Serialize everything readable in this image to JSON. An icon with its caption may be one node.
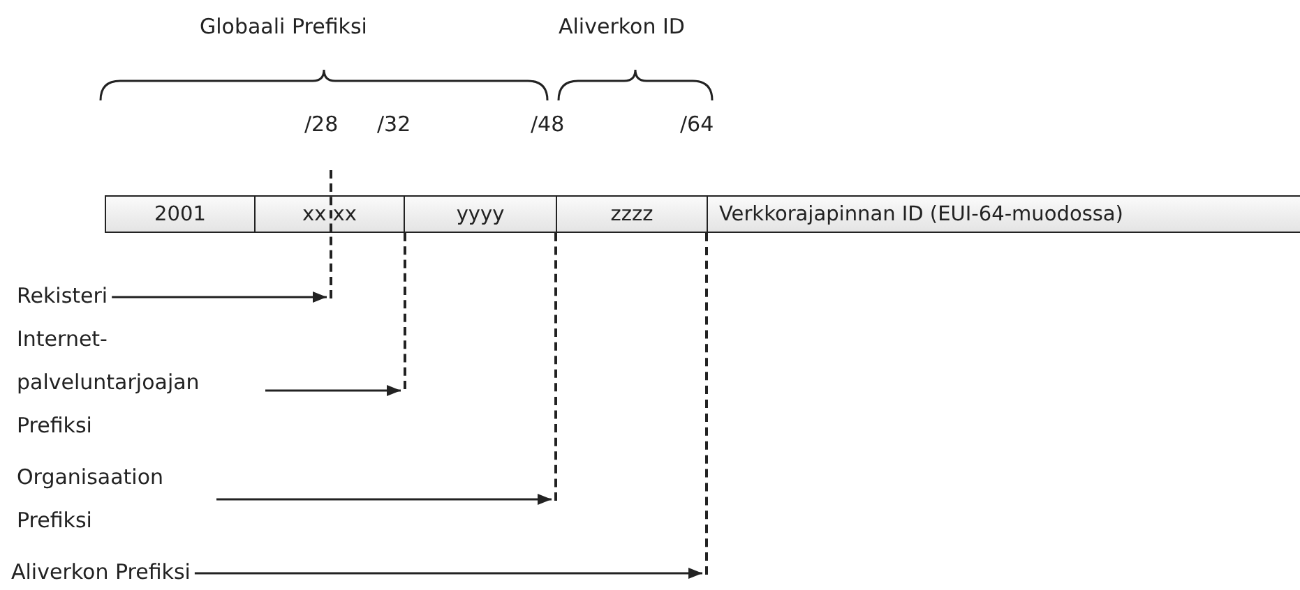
{
  "diagram": {
    "nodes": [
      {
        "text": [
          "2001"
        ]
      },
      {
        "text": [
          "xx xx"
        ]
      },
      {
        "text": [
          "yyyy"
        ]
      },
      {
        "text": [
          "zzzz"
        ]
      },
      {
        "text": [
          "Verkkorajapinnan ID (EUI-64-muodossa)"
        ]
      },
      {
        "text": [],
        "shape": "line"
      },
      {
        "text": [],
        "shape": "line"
      },
      {
        "text": [],
        "shape": "line"
      },
      {
        "text": [],
        "shape": "line"
      },
      {
        "text": [
          "Rekisteri"
        ]
      },
      {
        "text": [
          "Internet-palveluntarjoajan Prefiksi"
        ]
      },
      {
        "text": [
          "Organisaation Prefiksi"
        ]
      },
      {
        "text": [
          "Aliverkon Prefiksi"
        ]
      }
    ],
    "edges": [
      {
        "from": 9,
        "to": 5,
        "arrow": "to"
      },
      {
        "from": 10,
        "to": 6,
        "arrow": "to"
      },
      {
        "from": 11,
        "to": 7,
        "arrow": "to"
      },
      {
        "from": 12,
        "to": 8,
        "arrow": "to"
      }
    ],
    "labels": [
      "Globaali Prefiksi",
      "Aliverkon ID",
      "/28",
      "/32",
      "/48",
      "/64"
    ]
  }
}
